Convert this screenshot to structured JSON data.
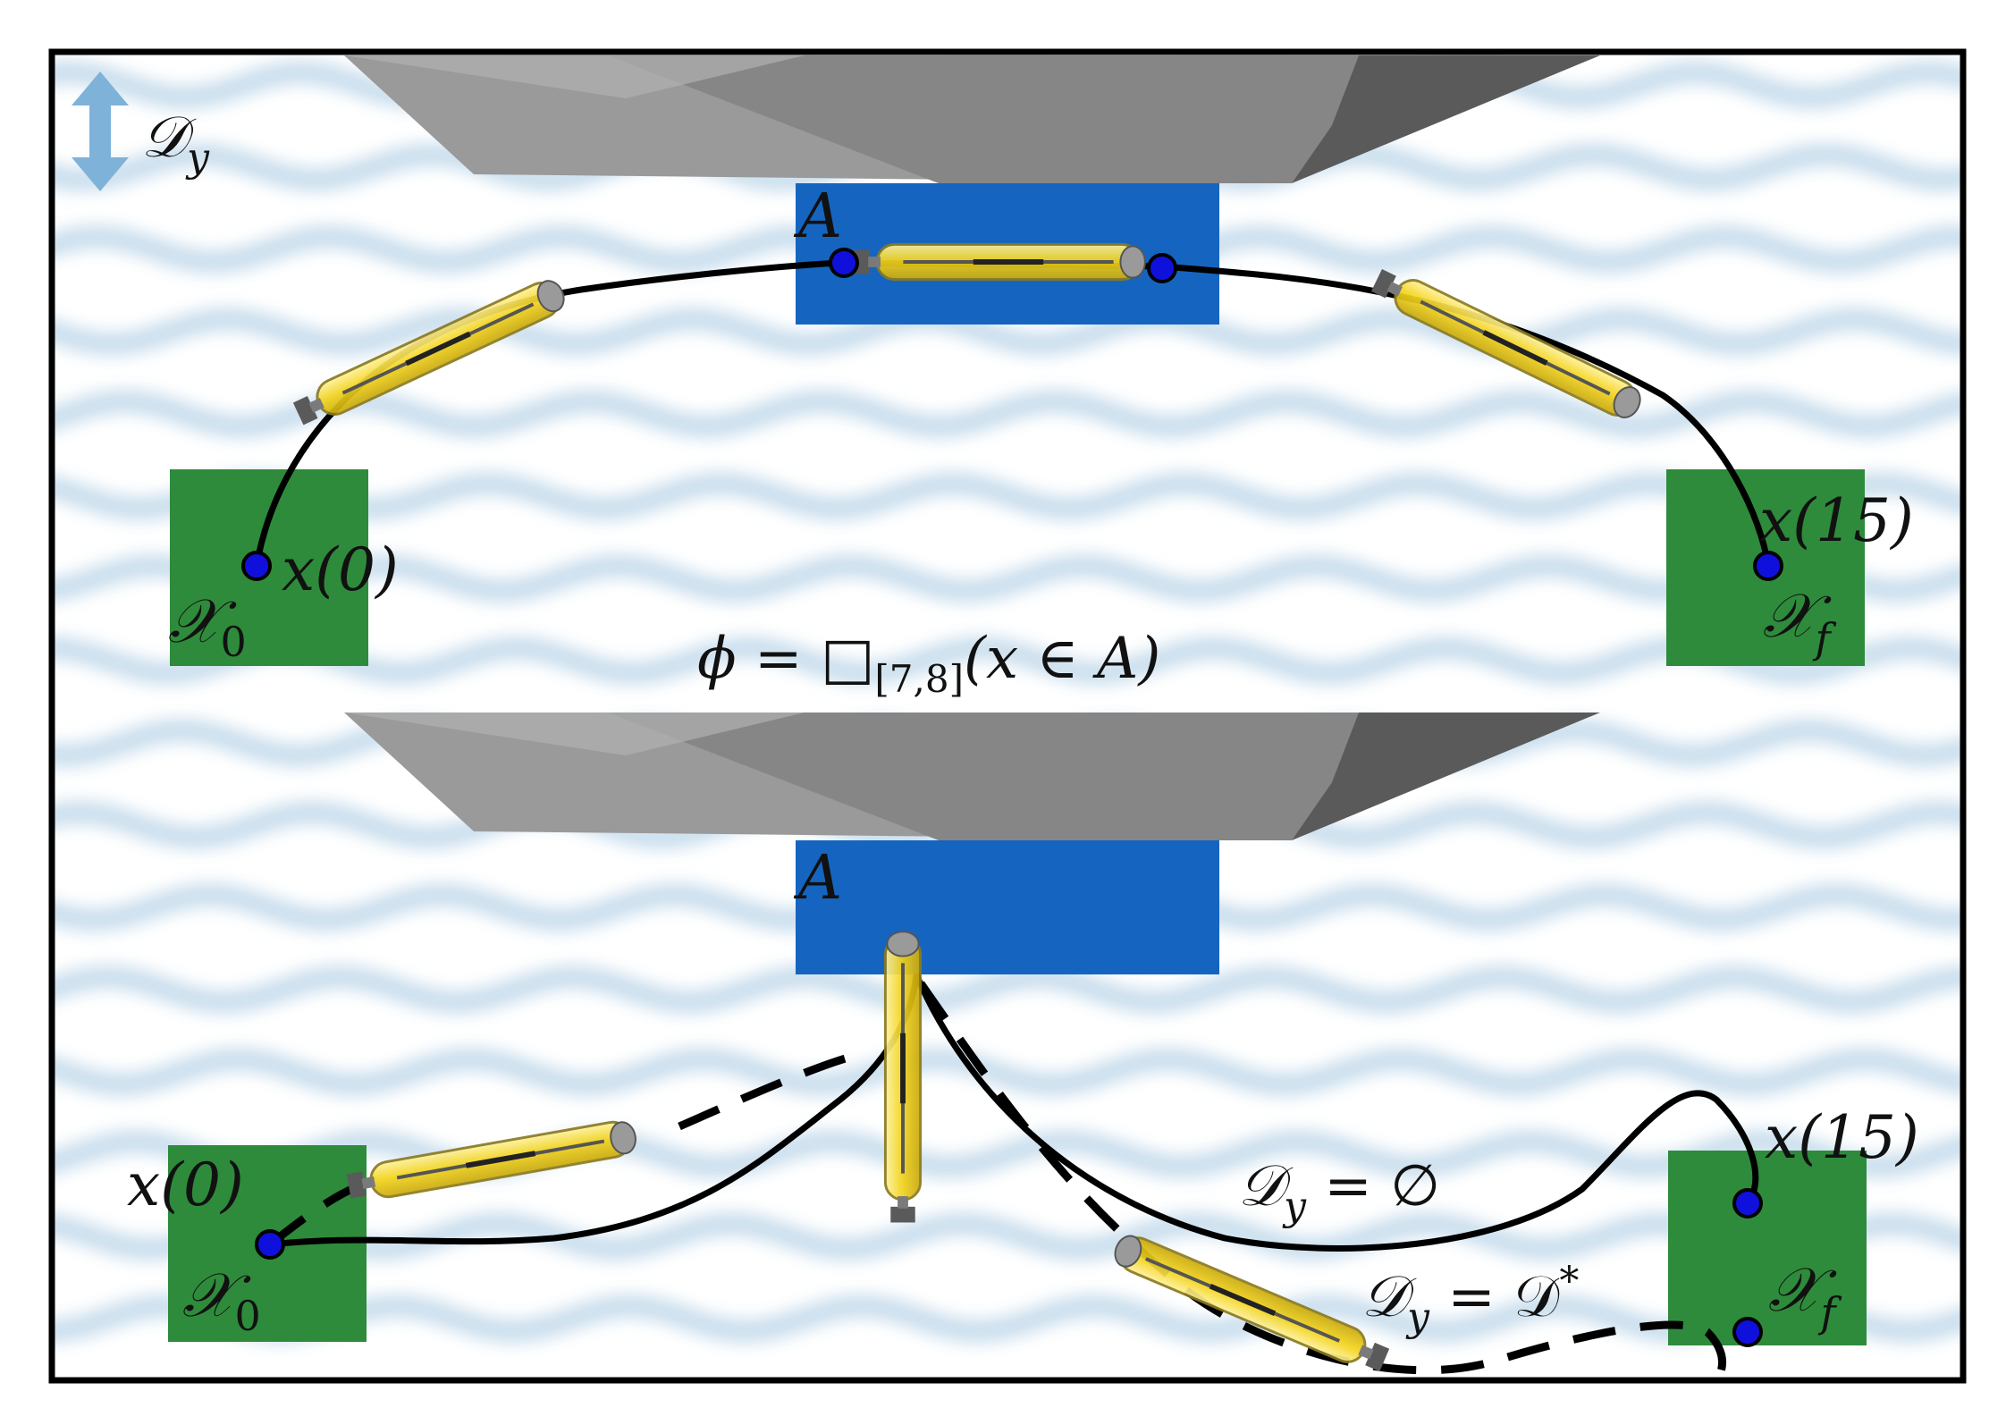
{
  "colors": {
    "water_band": "#c6dcec",
    "obstacle_top": "#9a9a9a",
    "obstacle_mid": "#858585",
    "obstacle_dark": "#5a5a5a",
    "target_region": "#1565c0",
    "start_goal_region": "#2e8b3b",
    "vehicle_body": "#f2d21a",
    "vehicle_outline": "#8a7a20",
    "point": "#1010dd",
    "disturbance_arrow": "#7fb2d8",
    "trajectory": "#000000"
  },
  "icons": {
    "disturbance": "double-arrow-vertical-icon",
    "vehicle": "underwater-glider-icon",
    "obstacle": "ceiling-rock-icon"
  },
  "legend": {
    "disturbance_symbol": "𝒟",
    "disturbance_subscript": "y"
  },
  "specification": {
    "phi": "ϕ",
    "equals": " = ",
    "box": "□",
    "interval": "[7,8]",
    "expr": "(x ∈ A)"
  },
  "top_panel": {
    "region_label": "A",
    "start_label": "x(0)",
    "goal_label": "x(15)",
    "start_set_symbol": "𝒳",
    "start_set_subscript": "0",
    "goal_set_symbol": "𝒳",
    "goal_set_subscript": "f"
  },
  "bottom_panel": {
    "region_label": "A",
    "start_label": "x(0)",
    "goal_label": "x(15)",
    "start_set_symbol": "𝒳",
    "start_set_subscript": "0",
    "goal_set_symbol": "𝒳",
    "goal_set_subscript": "f",
    "curve_label_empty": {
      "symbol": "𝒟",
      "subscript": "y",
      "rest": " = ∅"
    },
    "curve_label_worst": {
      "symbol": "𝒟",
      "subscript": "y",
      "rest": " = 𝒟",
      "superscript": "*"
    }
  }
}
